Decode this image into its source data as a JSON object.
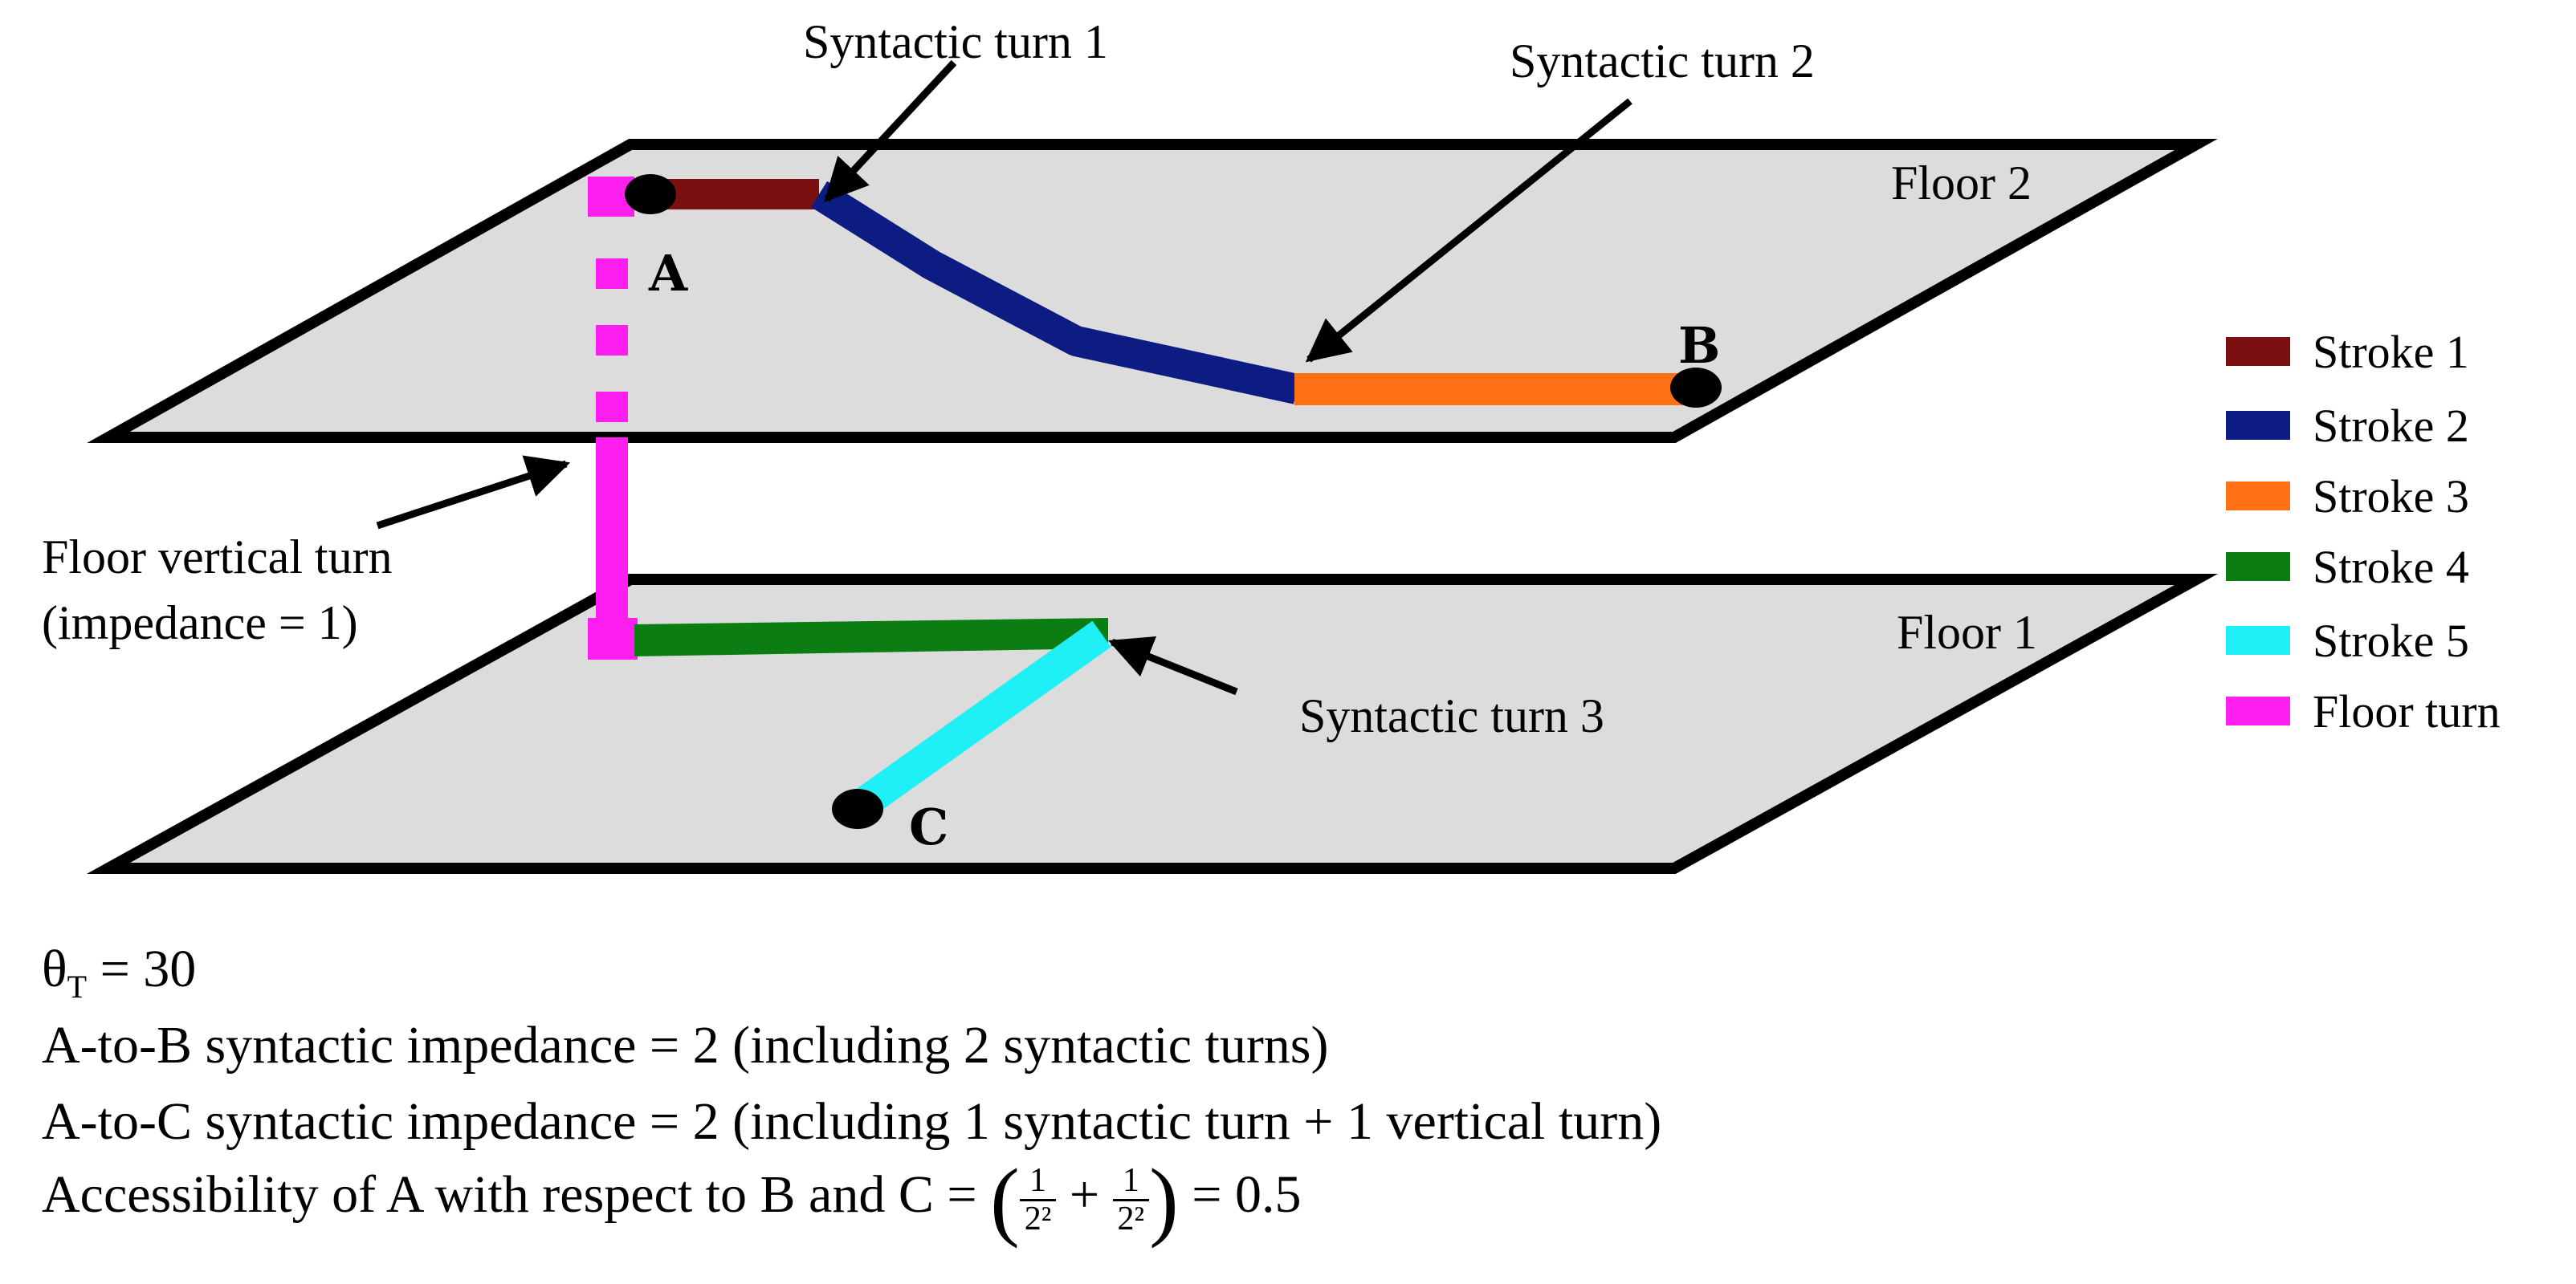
{
  "floors": {
    "floor2": "Floor 2",
    "floor1": "Floor 1"
  },
  "points": {
    "a": "A",
    "b": "B",
    "c": "C"
  },
  "annotations": {
    "syntactic_turn_1": "Syntactic turn 1",
    "syntactic_turn_2": "Syntactic turn 2",
    "syntactic_turn_3": "Syntactic turn 3",
    "floor_vertical_turn": "Floor vertical turn",
    "impedance_note": "(impedance = 1)"
  },
  "legend": [
    {
      "label": "Stroke 1",
      "color": "#7B1010"
    },
    {
      "label": "Stroke 2",
      "color": "#0D1C82"
    },
    {
      "label": "Stroke 3",
      "color": "#FF7014"
    },
    {
      "label": "Stroke 4",
      "color": "#0B7D12"
    },
    {
      "label": "Stroke 5",
      "color": "#1FF0F5"
    },
    {
      "label": "Floor turn",
      "color": "#FF1EF0"
    }
  ],
  "colors": {
    "floor_fill": "#DCDCDC",
    "outline": "#000000"
  },
  "caption": {
    "theta_symbol": "θ",
    "theta_subscript": "T",
    "theta_value": " = 30",
    "line_ab": "A-to-B syntactic impedance = 2 (including 2 syntactic turns)",
    "line_ac": "A-to-C syntactic impedance = 2 (including 1 syntactic turn + 1 vertical turn)",
    "accessibility_prefix": "Accessibility of A with respect to B and C = ",
    "frac_num_1": "1",
    "frac_den_1": "2²",
    "plus": "+",
    "frac_num_2": "1",
    "frac_den_2": "2²",
    "result": " = 0.5"
  }
}
